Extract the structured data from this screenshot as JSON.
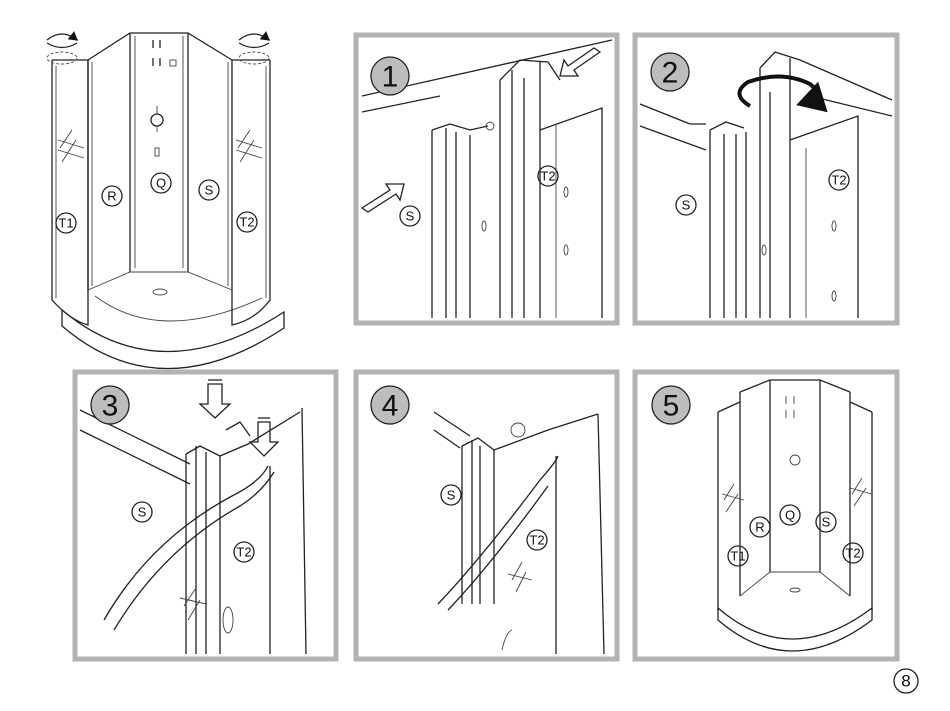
{
  "page_number": "8",
  "overview": {
    "labels": {
      "t1": "T1",
      "r": "R",
      "q": "Q",
      "s": "S",
      "t2": "T2"
    }
  },
  "steps": [
    {
      "number": "1",
      "labels": [
        "S",
        "T2"
      ]
    },
    {
      "number": "2",
      "labels": [
        "S",
        "T2"
      ]
    },
    {
      "number": "3",
      "labels": [
        "S",
        "T2"
      ]
    },
    {
      "number": "4",
      "labels": [
        "S",
        "T2"
      ]
    },
    {
      "number": "5",
      "labels": [
        "R",
        "Q",
        "S",
        "T1",
        "T2"
      ]
    }
  ],
  "colors": {
    "frame": "#b3b3b3",
    "badge": "#bdbdbd",
    "line": "#222222"
  }
}
